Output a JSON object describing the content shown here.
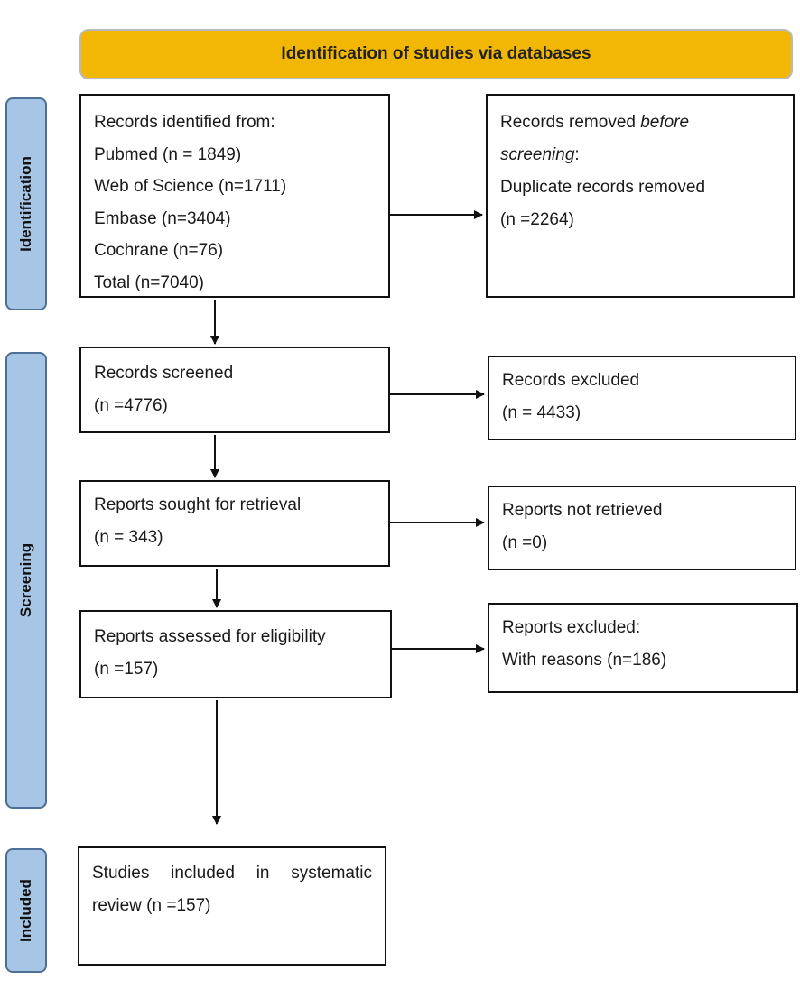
{
  "header": {
    "title": "Identification of studies via databases"
  },
  "phases": {
    "identification": "Identification",
    "screening": "Screening",
    "included": "Included"
  },
  "boxes": {
    "records_identified": {
      "lines": [
        "Records identified from:",
        "Pubmed (n = 1849)",
        "Web of Science (n=1711)",
        "Embase (n=3404)",
        "Cochrane (n=76)",
        "Total (n=7040)"
      ]
    },
    "records_removed": {
      "line1_prefix": "Records removed ",
      "line1_em": "before",
      "line2_em": "screening",
      "line2_suffix": ":",
      "line3": "Duplicate records removed",
      "line4": "(n =2264)"
    },
    "records_screened": {
      "lines": [
        "Records screened",
        "(n =4776)"
      ]
    },
    "records_excluded": {
      "lines": [
        "Records excluded",
        "(n = 4433)"
      ]
    },
    "reports_sought": {
      "lines": [
        "Reports sought for retrieval",
        "(n = 343)"
      ]
    },
    "reports_not_retrieved": {
      "lines": [
        "Reports not retrieved",
        "(n =0)"
      ]
    },
    "reports_assessed": {
      "lines": [
        "Reports assessed for eligibility",
        "(n =157)"
      ]
    },
    "reports_excluded": {
      "lines": [
        "Reports excluded:",
        "With reasons (n=186)"
      ]
    },
    "studies_included": {
      "line1": "Studies included in systematic",
      "line2": "review (n =157)"
    }
  },
  "colors": {
    "header_fill": "#f2b705",
    "phase_fill": "#a7c5e5",
    "phase_border": "#4d6e96",
    "line": "#111111"
  }
}
